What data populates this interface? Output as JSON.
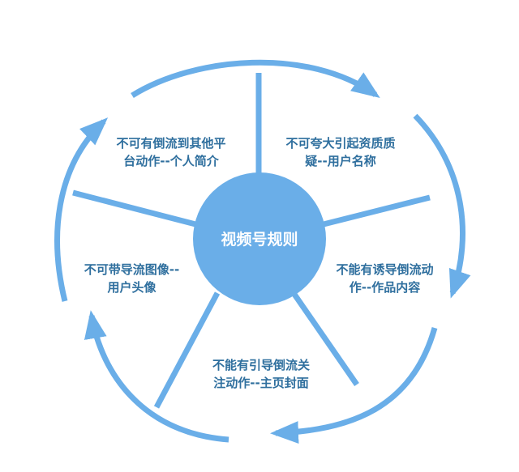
{
  "colors": {
    "accent": "#6aaee8",
    "text": "#2f6f9e"
  },
  "center": {
    "title": "视频号规则"
  },
  "segments": [
    {
      "line1": "不可有倒流到其他平",
      "line2": "台动作--个人简介"
    },
    {
      "line1": "不可夸大引起资质质",
      "line2": "疑--用户名称"
    },
    {
      "line1": "不能有诱导倒流动",
      "line2": "作--作品内容"
    },
    {
      "line1": "不能有引导倒流关",
      "line2": "注动作--主页封面"
    },
    {
      "line1": "不可带导流图像--",
      "line2": "用户头像"
    }
  ]
}
